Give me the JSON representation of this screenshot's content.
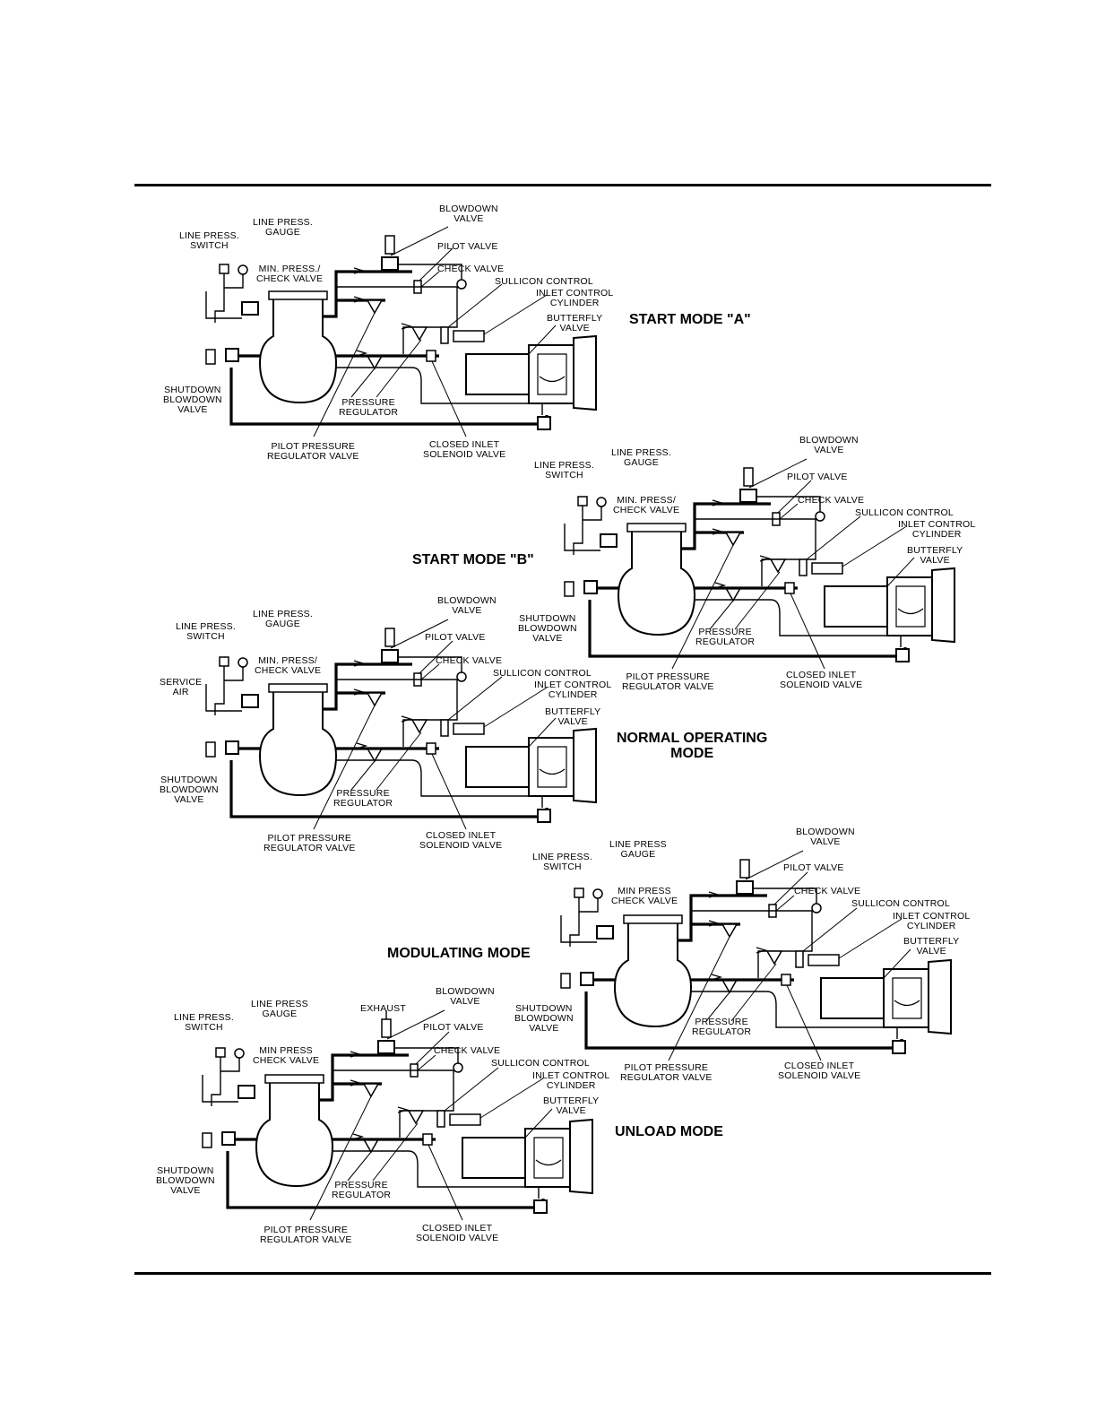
{
  "labels": {
    "blowdown_valve": "BLOWDOWN\nVALVE",
    "line_press_gauge_a": "LINE PRESS.\nGAUGE",
    "line_press_gauge_b": "LINE PRESS\nGAUGE",
    "line_press_switch": "LINE PRESS.\nSWITCH",
    "min_press_check_a": "MIN. PRESS./\nCHECK VALVE",
    "min_press_check_b": "MIN. PRESS/\nCHECK VALVE",
    "min_press_check_c": "MIN PRESS\nCHECK VALVE",
    "pilot_valve": "PILOT VALVE",
    "check_valve": "CHECK VALVE",
    "sullicon_control": "SULLICON CONTROL",
    "inlet_control_cylinder": "INLET CONTROL\nCYLINDER",
    "butterfly_valve": "BUTTERFLY\nVALVE",
    "shutdown_blowdown_valve": "SHUTDOWN\nBLOWDOWN\nVALVE",
    "pressure_regulator": "PRESSURE\nREGULATOR",
    "pilot_pressure_regulator_valve": "PILOT PRESSURE\nREGULATOR VALVE",
    "closed_inlet_solenoid_valve": "CLOSED INLET\nSOLENOID VALVE",
    "service_air": "SERVICE\nAIR",
    "exhaust": "EXHAUST"
  },
  "modes": {
    "start_a": "START MODE \"A\"",
    "start_b": "START MODE \"B\"",
    "normal": "NORMAL OPERATING\nMODE",
    "modulating": "MODULATING MODE",
    "unload": "UNLOAD MODE"
  }
}
